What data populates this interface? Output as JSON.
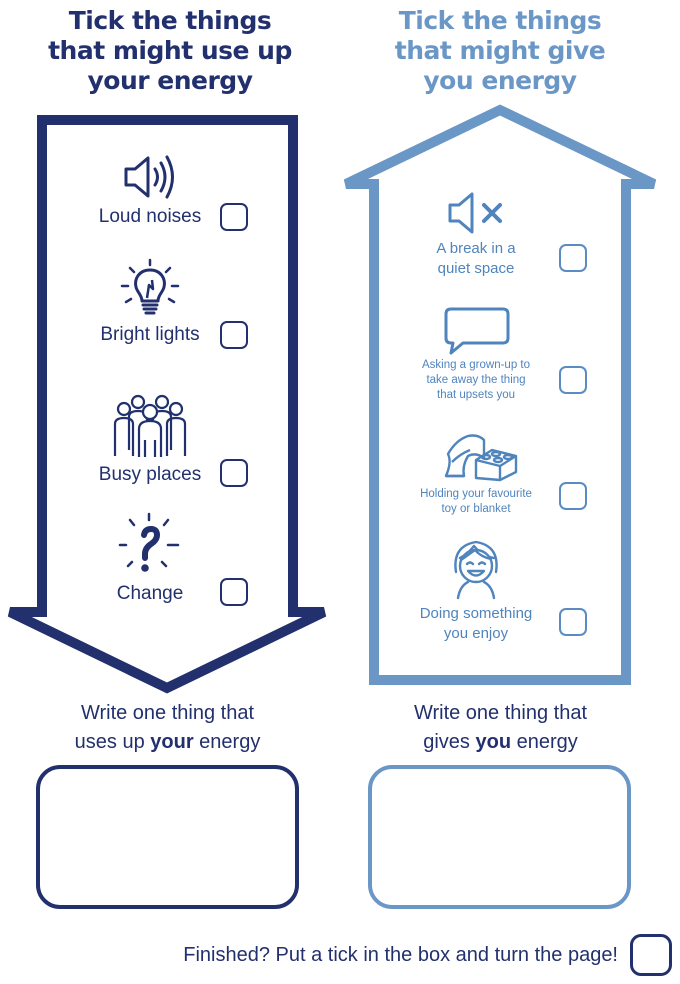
{
  "left": {
    "title_lines": [
      "Tick the things",
      "that might use up",
      "your energy"
    ],
    "items": [
      {
        "icon": "speaker-icon",
        "label": "Loud noises"
      },
      {
        "icon": "light-bulb-icon",
        "label": "Bright lights"
      },
      {
        "icon": "crowd-icon",
        "label": "Busy places"
      },
      {
        "icon": "question-mark-icon",
        "label": "Change"
      }
    ],
    "write_prompt": {
      "line1": "Write one thing that",
      "line2_pre": "uses up ",
      "line2_bold": "your",
      "line2_post": " energy"
    }
  },
  "right": {
    "title_lines": [
      "Tick the things",
      "that might give",
      "you energy"
    ],
    "items": [
      {
        "icon": "muted-speaker-icon",
        "label_lines": [
          "A break in a",
          "quiet space"
        ]
      },
      {
        "icon": "speech-bubble-icon",
        "label_lines": [
          "Asking a grown-up to",
          "take away the thing",
          "that upsets you"
        ]
      },
      {
        "icon": "blanket-and-toy-icon",
        "label_lines": [
          "Holding your favourite",
          "toy or blanket"
        ]
      },
      {
        "icon": "smiling-child-icon",
        "label_lines": [
          "Doing something",
          "you enjoy"
        ]
      }
    ],
    "write_prompt": {
      "line1": "Write one thing that",
      "line2_pre": "gives ",
      "line2_bold": "you",
      "line2_post": " energy"
    }
  },
  "footer": {
    "text": "Finished? Put a tick in the box and turn the page!"
  },
  "colors": {
    "dark_blue": "#22306e",
    "light_blue": "#6a97c6"
  }
}
